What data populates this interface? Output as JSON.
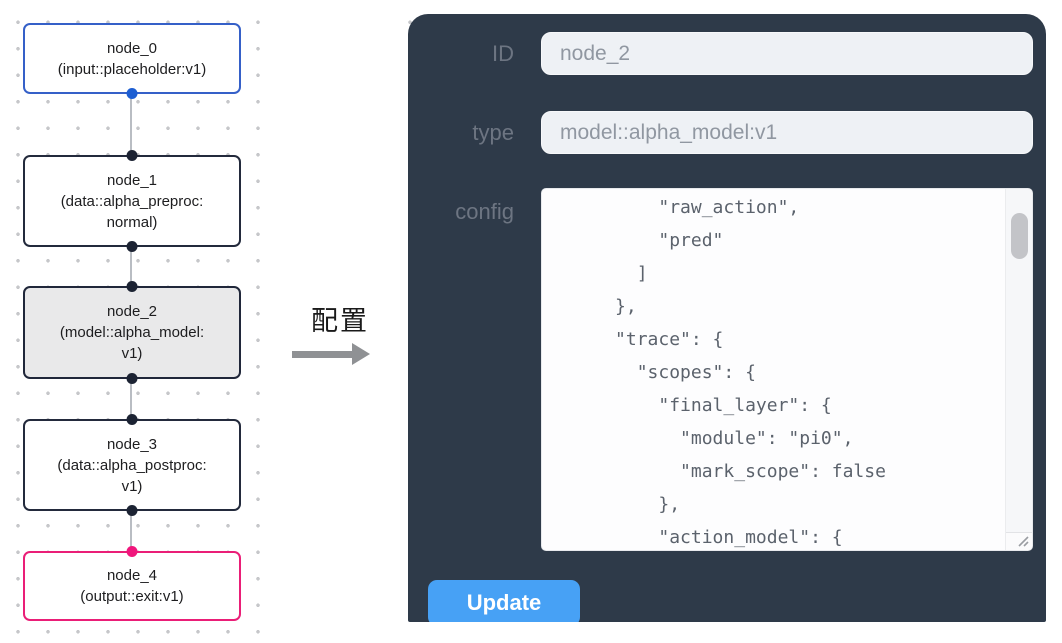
{
  "canvas": {
    "nodes": [
      {
        "line1": "node_0",
        "line2": "(input::placeholder:v1)",
        "kind": "input"
      },
      {
        "line1": "node_1",
        "line2": "(data::alpha_preproc:normal)",
        "kind": "default"
      },
      {
        "line1": "node_2",
        "line2": "(model::alpha_model:v1)",
        "kind": "selected"
      },
      {
        "line1": "node_3",
        "line2": "(data::alpha_postproc:v1)",
        "kind": "default"
      },
      {
        "line1": "node_4",
        "line2": "(output::exit:v1)",
        "kind": "output"
      }
    ]
  },
  "transition": {
    "label": "配置"
  },
  "panel": {
    "fields": [
      {
        "label": "ID",
        "value": "node_2"
      },
      {
        "label": "type",
        "value": "model::alpha_model:v1"
      }
    ],
    "config_label": "config",
    "config_text": "          \"raw_action\",\n          \"pred\"\n        ]\n      },\n      \"trace\": {\n        \"scopes\": {\n          \"final_layer\": {\n            \"module\": \"pi0\",\n            \"mark_scope\": false\n          },\n          \"action_model\": {",
    "update_label": "Update"
  },
  "colors": {
    "panel_background": "#2e3a49",
    "update_button": "#47a1f5",
    "input_node_border": "#3560c8",
    "output_node_border": "#ea1e77",
    "source_handle_blue": "#1d5ed2",
    "target_handle_pink": "#f0167c",
    "default_handle": "#1c2333",
    "selected_node_fill": "#e9e9ea"
  }
}
